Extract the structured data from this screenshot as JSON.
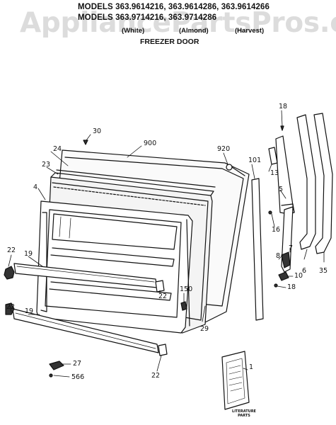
{
  "header": {
    "models_line1": "MODELS 363.9614216, 363.9614286, 363.9614266",
    "models_line2": "MODELS 363.9714216, 363.9714286",
    "color_white": "(White)",
    "color_almond": "(Almond)",
    "color_harvest": "(Harvest)",
    "section_title": "FREEZER DOOR"
  },
  "watermark": "AppliancePartsPros.com",
  "callouts": {
    "c30": "30",
    "c900": "900",
    "c920": "920",
    "c18a": "18",
    "c24": "24",
    "c23": "23",
    "c4": "4",
    "c101": "101",
    "c13": "13",
    "c5": "5",
    "c16": "16",
    "c7": "7",
    "c6": "6",
    "c35": "35",
    "c8": "8",
    "c10": "10",
    "c18b": "18",
    "c22a": "22",
    "c19a": "19",
    "c150": "150",
    "c22b": "22",
    "c22c": "22",
    "c19b": "19",
    "c29": "29",
    "c22d": "22",
    "c27": "27",
    "c566": "566",
    "c1": "1"
  },
  "literature_parts": "LITERATURE PARTS"
}
